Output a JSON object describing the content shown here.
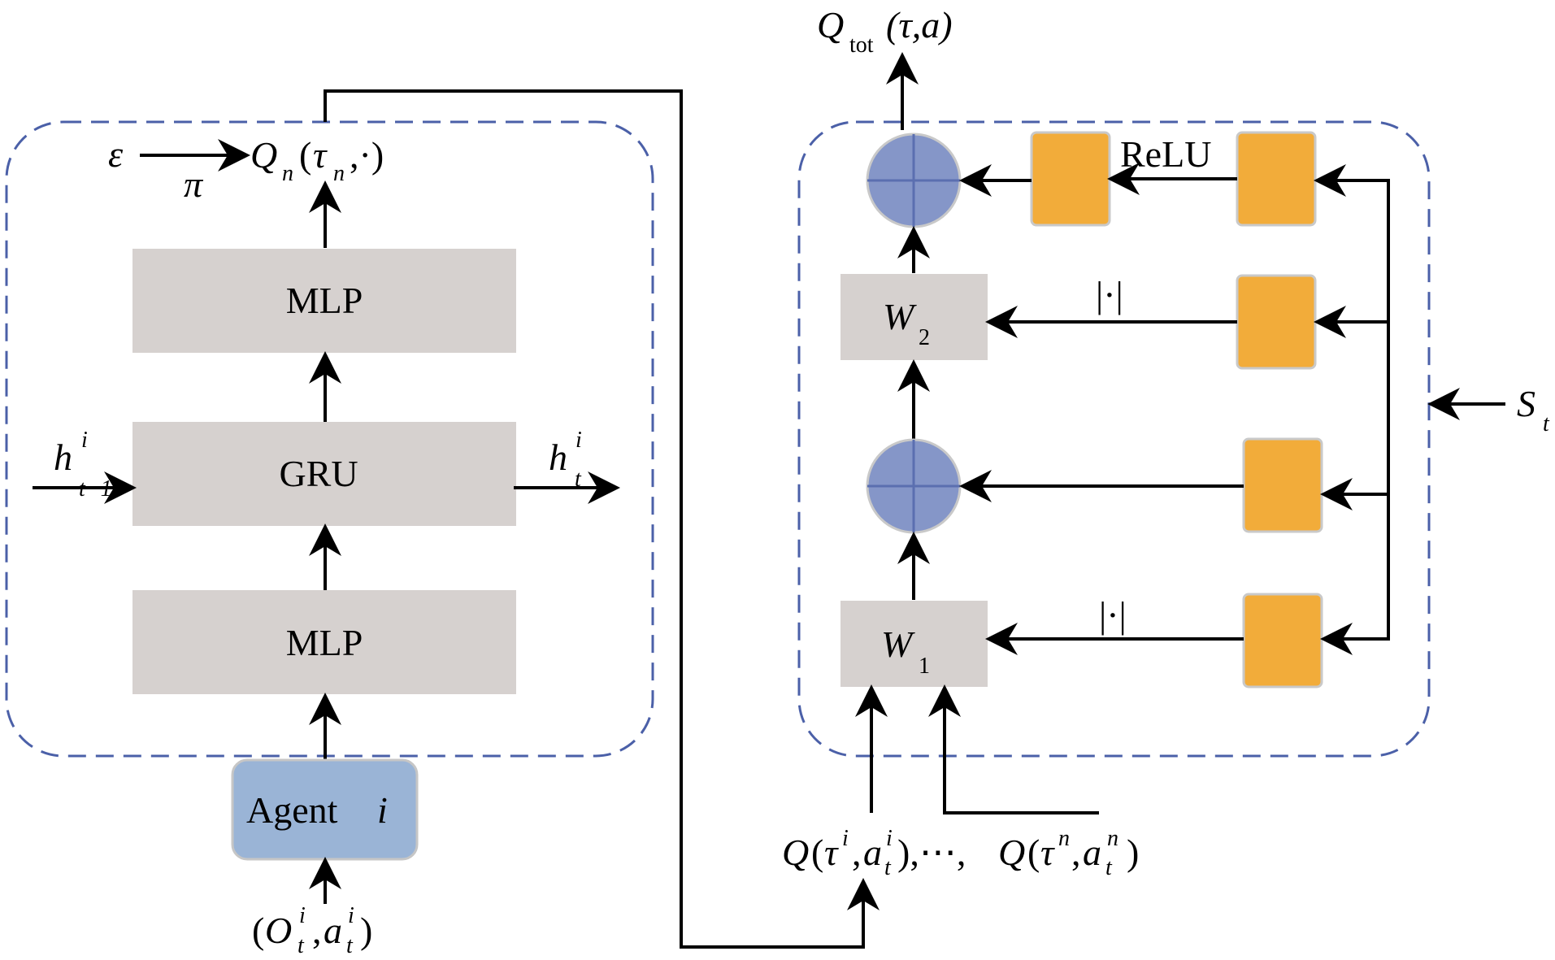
{
  "colors": {
    "gray_block": "#d6d1cf",
    "orange_block": "#f2ac3a",
    "agent_block": "#9ab4d6",
    "circle_fill": "#8596c8",
    "circle_line": "#5b6fb0",
    "dash": "#4b60a8",
    "stroke": "#000000"
  },
  "agent_network": {
    "epsilon": "ε",
    "pi": "π",
    "q_output": {
      "main": "Q",
      "sub": "n",
      "args_open": "(",
      "tau": "τ",
      "tau_sub": "n",
      "args_close": ",·)"
    },
    "mlp_top_label": "MLP",
    "gru_label": "GRU",
    "mlp_bottom_label": "MLP",
    "h_in": {
      "main": "h",
      "sup": "i",
      "sub": "t−1"
    },
    "h_out": {
      "main": "h",
      "sup": "i",
      "sub": "t"
    },
    "agent_label": {
      "text": "Agent ",
      "var": "i"
    },
    "input": {
      "open": "(",
      "o": "O",
      "o_sub": "t",
      "o_sup": "i",
      "comma": ",",
      "a": "a",
      "a_sub": "t",
      "a_sup": "i",
      "close": ")"
    }
  },
  "mixing_network": {
    "q_tot": {
      "main": "Q",
      "sub": "tot",
      "args": "(τ,a)"
    },
    "relu_label": "ReLU",
    "abs_label_top": "|·|",
    "abs_label_bottom": "|·|",
    "w2": {
      "main": "W",
      "sub": "2"
    },
    "w1": {
      "main": "W",
      "sub": "1"
    },
    "state": {
      "main": "S",
      "sub": "t"
    },
    "q_inputs": {
      "q1": "Q",
      "open1": "(",
      "tau1": "τ",
      "tau1_sup": "i",
      "comma1": ",",
      "a1": "a",
      "a1_sub": "t",
      "a1_sup": "i",
      "close1": "),⋯,",
      "q2": "Q",
      "open2": "(",
      "tau2": "τ",
      "tau2_sup": "n",
      "comma2": ",",
      "a2": "a",
      "a2_sub": "t",
      "a2_sup": "n",
      "close2": ")"
    }
  }
}
